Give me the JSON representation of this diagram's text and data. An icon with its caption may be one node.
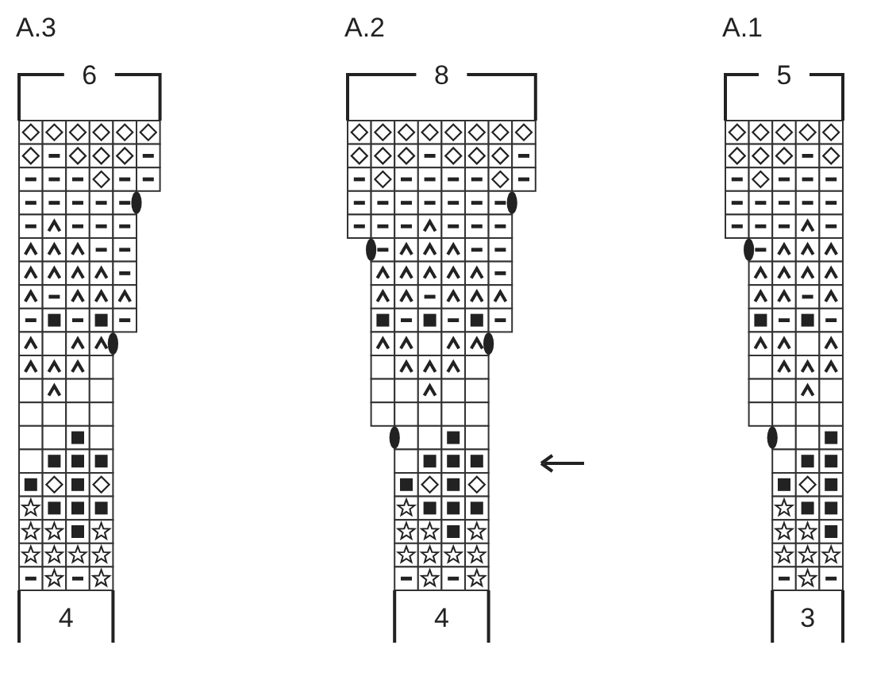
{
  "diagram": {
    "labels": [
      "A.3",
      "6",
      "4",
      "A.2",
      "8",
      "4",
      "A.1",
      "5",
      "3"
    ]
  }
}
